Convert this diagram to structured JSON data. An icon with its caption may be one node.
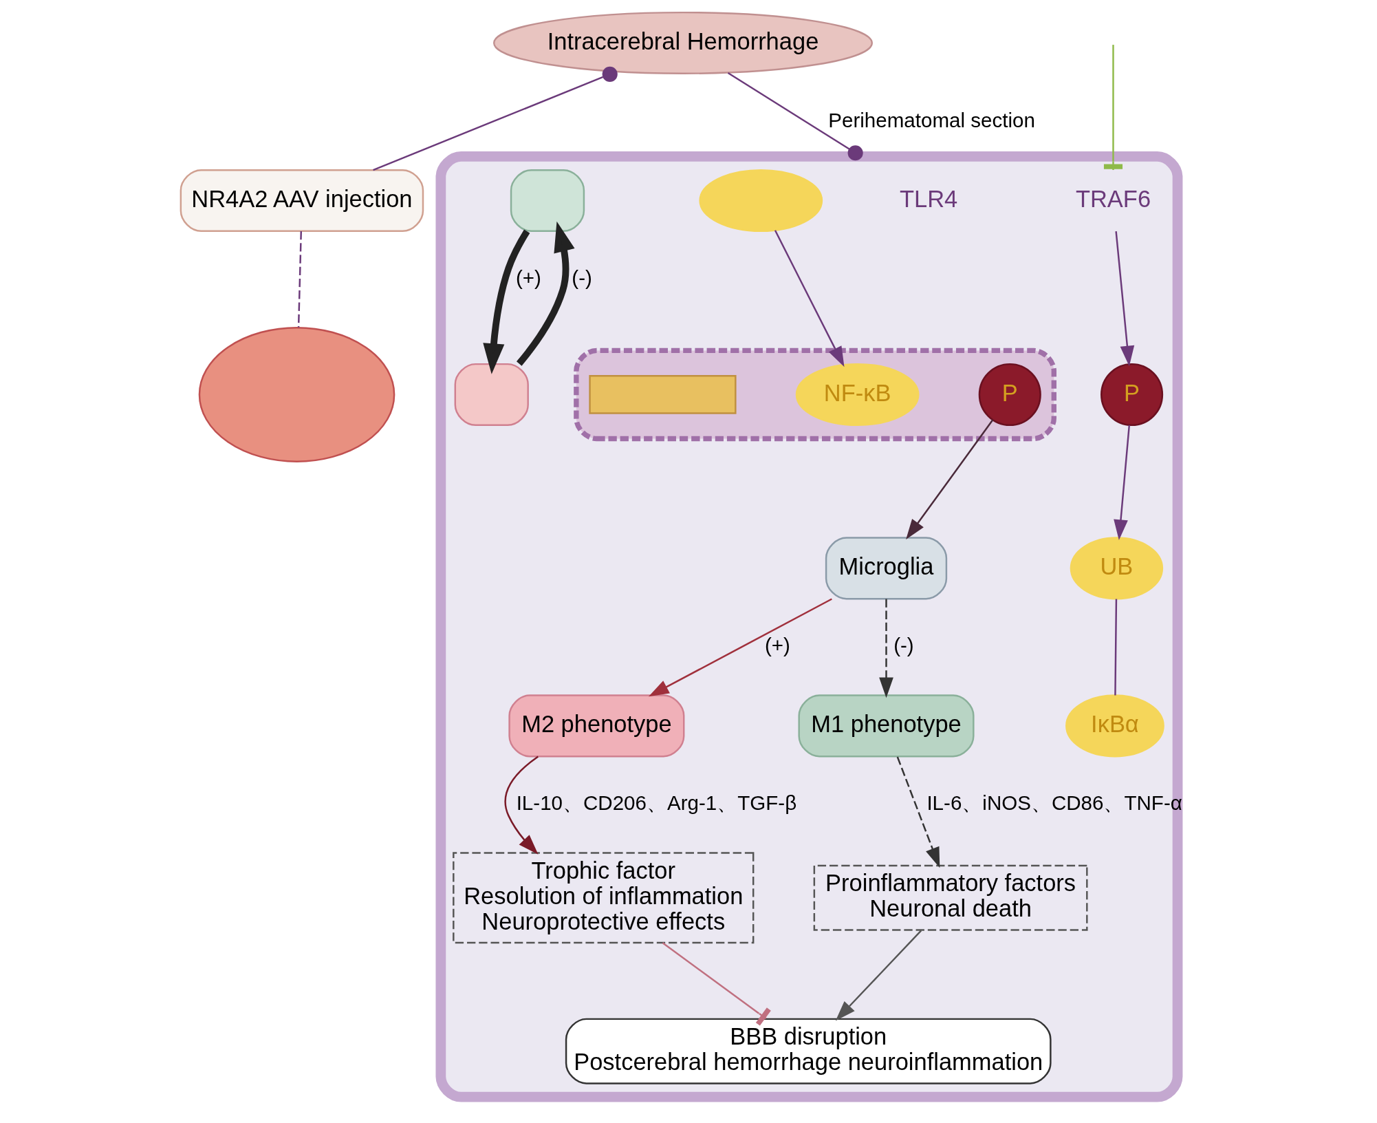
{
  "diagram": {
    "nodes": [
      {
        "text": [
          "Intracerebral Hemorrhage"
        ]
      },
      {
        "text": [
          "NR4A2 AAV injection"
        ]
      },
      {
        "text": [],
        "shape": "ellipse"
      },
      {
        "text": [],
        "shape": "box"
      },
      {
        "text": [
          "TLR4"
        ],
        "in": 3
      },
      {
        "text": [
          "TRAF6"
        ],
        "in": 3
      },
      {
        "text": [
          "P"
        ],
        "in": 3
      },
      {
        "text": [
          "UB"
        ],
        "in": 3
      },
      {
        "text": [
          "IκBα"
        ],
        "in": 3
      },
      {
        "text": [],
        "shape": "ellipse",
        "in": 3
      },
      {
        "text": [],
        "shape": "ellipse",
        "in": 3
      },
      {
        "text": [
          "P"
        ],
        "in": 10
      },
      {
        "text": [
          "NF-κB"
        ],
        "in": 10
      },
      {
        "text": [],
        "shape": "bar",
        "in": 10
      },
      {
        "text": [
          "Microglia"
        ],
        "in": 3
      },
      {
        "text": [
          "M1 phenotype"
        ],
        "in": 3
      },
      {
        "text": [],
        "shape": "box",
        "in": 3
      },
      {
        "text": [
          "Proinflammatory factors",
          "Neuronal death"
        ],
        "in": 3
      },
      {
        "text": [
          "BBB disruption",
          "Postcerebral hemorrhage neuroinflammation"
        ],
        "in": 3
      },
      {
        "text": [
          "M2 phenotype"
        ],
        "in": 3
      },
      {
        "text": [],
        "shape": "box",
        "in": 3
      },
      {
        "text": [
          "Trophic factor",
          "Resolution of inflammation",
          "Neuroprotective effects"
        ],
        "in": 3
      }
    ],
    "edges": [
      {
        "from": 0,
        "to": 1,
        "arrow": "other"
      },
      {
        "from": 0,
        "to": 3,
        "arrow": "other",
        "label": "Perihematomal section"
      },
      {
        "from": 1,
        "to": 2,
        "arrow": "none",
        "style": "dashed"
      },
      {
        "from": null,
        "to": 5,
        "arrow": "other",
        "color": "#8fba4a"
      },
      {
        "from": 5,
        "to": 6,
        "arrow": "to"
      },
      {
        "from": 6,
        "to": 7,
        "arrow": "to"
      },
      {
        "from": 7,
        "to": 8,
        "arrow": "none"
      },
      {
        "from": 9,
        "to": 12,
        "arrow": "to"
      },
      {
        "from": 11,
        "to": 14,
        "arrow": "to",
        "color": "#4a2a3a"
      },
      {
        "from": 14,
        "to": 15,
        "arrow": "to",
        "style": "dashed",
        "label": "(-)",
        "color": "#333333"
      },
      {
        "from": 14,
        "to": 19,
        "arrow": "to",
        "label": "(+)",
        "color": "#a0303c"
      },
      {
        "from": 15,
        "to": 17,
        "arrow": "to",
        "style": "dashed",
        "label": "IL-6、iNOS、CD86、TNF-α",
        "color": "#333333"
      },
      {
        "from": 19,
        "to": 21,
        "arrow": "to",
        "label": "IL-10、CD206、Arg-1、TGF-β",
        "color": "#7a1a28"
      },
      {
        "from": 16,
        "to": 20,
        "arrow": "to",
        "style": "thick",
        "label": "(+)",
        "color": "#222222"
      },
      {
        "from": 20,
        "to": 16,
        "arrow": "to",
        "style": "thick",
        "label": "(-)",
        "color": "#222222"
      },
      {
        "from": 17,
        "to": 18,
        "arrow": "to",
        "color": "#555555"
      },
      {
        "from": 21,
        "to": 18,
        "arrow": "other",
        "color": "#c07080"
      }
    ]
  }
}
